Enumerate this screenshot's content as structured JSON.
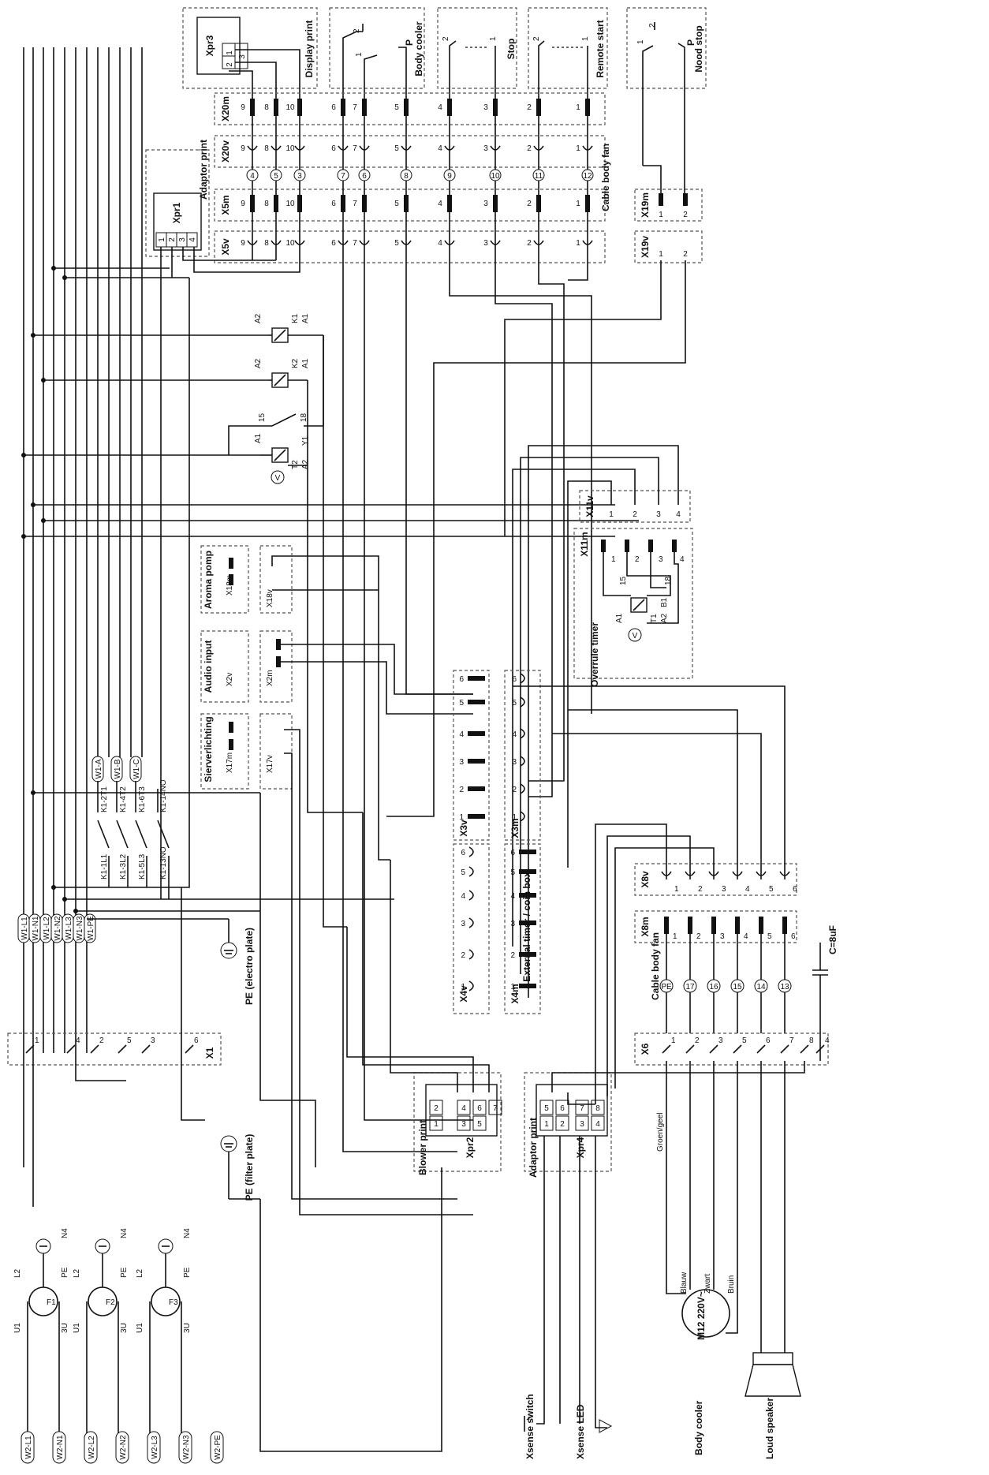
{
  "title": "",
  "diagram": {
    "modules": {
      "display_print": "Display print",
      "body_cooler_top": "Body cooler",
      "stop": "Stop",
      "remote_start": "Remote start",
      "nood_stop": "Nood stop",
      "adaptor_print_top": "Adaptor print",
      "cable_body_fan_top": "Cable body fan",
      "aroma_pomp": "Aroma pomp",
      "audio_input": "Audio input",
      "sierverlichting": "Sierverlichting",
      "overrule_timer": "Overrule timer",
      "external_timer": "External timer / coin box",
      "blower_print": "Blower print",
      "adaptor_print_bottom": "Adaptor print",
      "cable_body_fan_bottom": "Cable body fan",
      "pe_filter": "PE (filter plate)",
      "pe_electro": "PE (electro plate)",
      "xsense_switch": "Xsense switch",
      "xsense_led": "Xsense LED",
      "body_cooler_bottom": "Body cooler",
      "loud_speaker": "Loud speaker",
      "motor": "M12 220V~",
      "capacitor": "C=8uF"
    },
    "connectors": {
      "xpr1": "Xpr1",
      "xpr2": "Xpr2",
      "xpr3": "Xpr3",
      "xpr4": "Xpr4",
      "x20m": "X20m",
      "x20v": "X20v",
      "x5m": "X5m",
      "x5v": "X5v",
      "x19m": "X19m",
      "x19v": "X19v",
      "x11v": "X11v",
      "x11m": "X11m",
      "x18m": "X18m",
      "x18v": "X18v",
      "x2v": "X2v",
      "x2m": "X2m",
      "x17m": "X17m",
      "x17v": "X17v",
      "x3v": "X3v",
      "x3m": "X3m",
      "x4v": "X4v",
      "x4m": "X4m",
      "x8v": "X8v",
      "x8m": "X8m",
      "x6": "X6",
      "x1": "X1"
    },
    "relays": {
      "k1": "K1",
      "k2": "K2",
      "t2": "T2",
      "t1": "T1",
      "a1": "A1",
      "a2": "A2",
      "y1": "Y1",
      "b1": "B1",
      "c15": "15",
      "c18": "18"
    },
    "contacts": [
      "K1-2T1",
      "K1-4T2",
      "K1-6T3",
      "K1-14NO",
      "K1-1L1",
      "K1-3L2",
      "K1-5L3",
      "K1-13NO"
    ],
    "wire_tags": [
      "W1-A",
      "W1-B",
      "W1-C"
    ],
    "left_bus": [
      "W1-L1",
      "W1-N1",
      "W1-L2",
      "W1-N2",
      "W1-L3",
      "W1-N3",
      "W1-PE"
    ],
    "bottom_terminals": [
      "W2-L1",
      "W2-N1",
      "W2-L2",
      "W2-N2",
      "W2-L3",
      "W2-N3",
      "W2-PE"
    ],
    "filters": [
      {
        "name": "F1",
        "u": "U1",
        "l": "L2",
        "pe": "PE",
        "n": "N4",
        "u3": "3U"
      },
      {
        "name": "F2",
        "u": "U1",
        "l": "L2",
        "pe": "PE",
        "n": "N4",
        "u3": "3U"
      },
      {
        "name": "F3",
        "u": "U1",
        "l": "L2",
        "pe": "PE",
        "n": "N4",
        "u3": "3U"
      }
    ],
    "motor_wires": [
      "Groen/geel",
      "Blauw",
      "Zwart",
      "Bruin"
    ],
    "x20_pins": [
      "9",
      "8",
      "10",
      "6",
      "7",
      "5",
      "4",
      "3",
      "2",
      "1"
    ],
    "x20v_circles": [
      "4",
      "5",
      "3",
      "7",
      "6",
      "8",
      "9",
      "10",
      "11",
      "12"
    ],
    "x6_pins": [
      "1",
      "2",
      "3",
      "5",
      "6",
      "7",
      "8",
      "4"
    ],
    "x6_circles": [
      "PE",
      "17",
      "16",
      "15",
      "14",
      "13"
    ],
    "x1_pins": [
      "1",
      "4",
      "2",
      "5",
      "3",
      "6"
    ],
    "six_pins": [
      "1",
      "2",
      "3",
      "4",
      "5",
      "6"
    ],
    "four_pins": [
      "1",
      "2",
      "3",
      "4"
    ],
    "two_pins": [
      "1",
      "2"
    ],
    "p_label": "P"
  }
}
